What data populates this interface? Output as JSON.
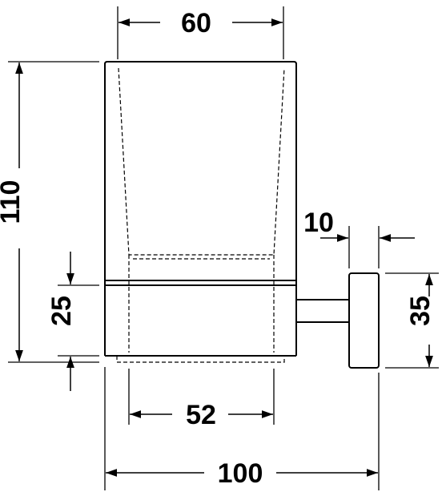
{
  "drawing": {
    "dimensions": {
      "top_width": "60",
      "total_height": "110",
      "holder_height": "25",
      "glass_base": "52",
      "total_depth": "100",
      "wall_offset": "10",
      "flange": "35"
    },
    "colors": {
      "line": "#000000",
      "background": "#ffffff"
    }
  }
}
